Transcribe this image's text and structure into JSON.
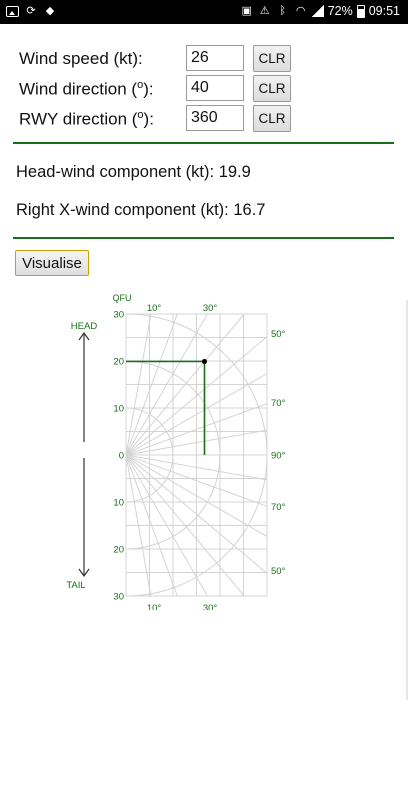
{
  "status_bar": {
    "battery": "72%",
    "time": "09:51"
  },
  "form": {
    "wind_speed": {
      "label": "Wind speed (kt):",
      "value": "26",
      "clear": "CLR"
    },
    "wind_direction": {
      "label_main": "Wind direction (",
      "label_sup": "o",
      "label_end": "):",
      "value": "40",
      "clear": "CLR"
    },
    "rwy_direction": {
      "label_main": "RWY direction (",
      "label_sup": "o",
      "label_end": "):",
      "value": "360",
      "clear": "CLR"
    }
  },
  "results": {
    "headwind": {
      "label": "Head-wind component (kt): ",
      "value": "19.9"
    },
    "crosswind": {
      "label": "Right X-wind component (kt): ",
      "value": "16.7"
    }
  },
  "visualise_label": "Visualise",
  "diagram": {
    "qfu": "QFU",
    "head": "HEAD",
    "tail": "TAIL",
    "y_labels_top": [
      "30",
      "20",
      "10",
      "0"
    ],
    "y_labels_bottom": [
      "10",
      "20",
      "30"
    ],
    "angle_top": [
      "10°",
      "30°"
    ],
    "angle_bottom": [
      "10°",
      "30°"
    ],
    "angle_right": [
      "50°",
      "70°",
      "90°",
      "70°",
      "50°"
    ],
    "point": {
      "headwind": 19.9,
      "crosswind": 16.7
    },
    "colors": {
      "accent": "#1a6e1a",
      "grid": "#d4d4d4"
    }
  }
}
